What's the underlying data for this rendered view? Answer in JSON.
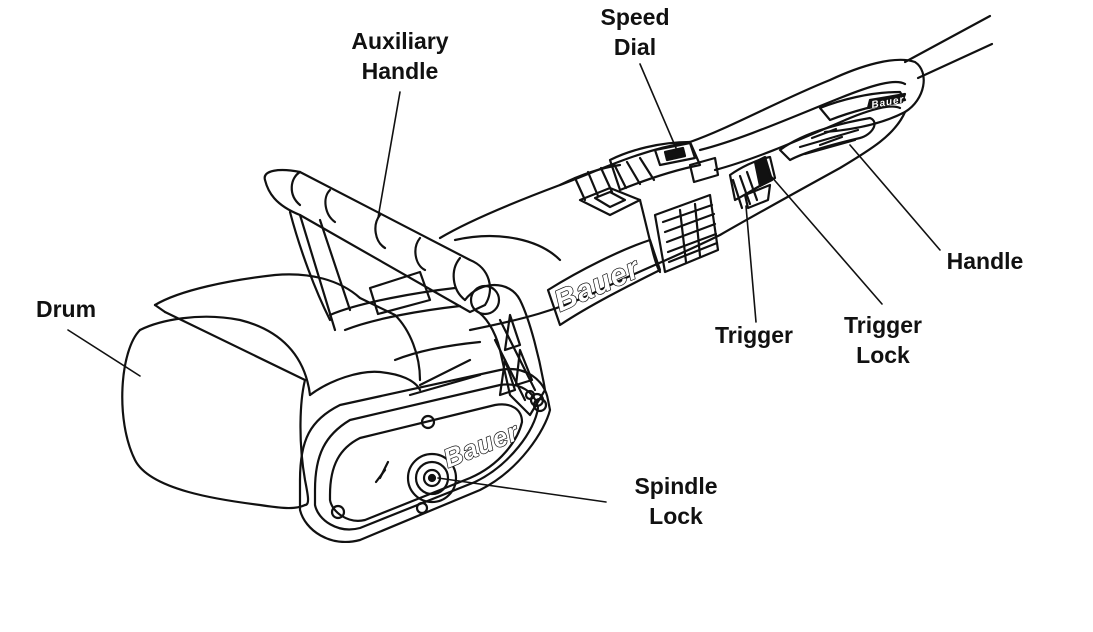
{
  "labels": {
    "speed_dial": [
      "Speed",
      "Dial"
    ],
    "auxiliary_handle": [
      "Auxiliary",
      "Handle"
    ],
    "drum": "Drum",
    "handle": "Handle",
    "trigger": "Trigger",
    "trigger_lock": [
      "Trigger",
      "Lock"
    ],
    "spindle_lock": [
      "Spindle",
      "Lock"
    ]
  },
  "brand": {
    "housing": "Bauer",
    "gear_cover": "Bauer",
    "handle_badge": "Bauer"
  },
  "colors": {
    "line": "#111111",
    "background": "#ffffff"
  }
}
